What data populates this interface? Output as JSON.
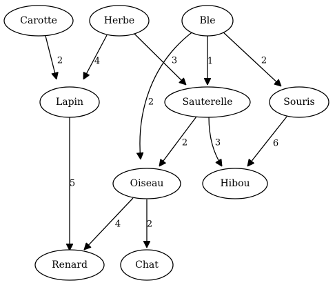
{
  "graph": {
    "nodes": [
      {
        "id": "carotte",
        "label": "Carotte"
      },
      {
        "id": "herbe",
        "label": "Herbe"
      },
      {
        "id": "ble",
        "label": "Ble"
      },
      {
        "id": "lapin",
        "label": "Lapin"
      },
      {
        "id": "sauterelle",
        "label": "Sauterelle"
      },
      {
        "id": "souris",
        "label": "Souris"
      },
      {
        "id": "oiseau",
        "label": "Oiseau"
      },
      {
        "id": "hibou",
        "label": "Hibou"
      },
      {
        "id": "renard",
        "label": "Renard"
      },
      {
        "id": "chat",
        "label": "Chat"
      }
    ],
    "edges": [
      {
        "from": "carotte",
        "to": "lapin",
        "weight": "2"
      },
      {
        "from": "herbe",
        "to": "lapin",
        "weight": "4"
      },
      {
        "from": "herbe",
        "to": "sauterelle",
        "weight": "3"
      },
      {
        "from": "ble",
        "to": "oiseau",
        "weight": "2"
      },
      {
        "from": "ble",
        "to": "sauterelle",
        "weight": "1"
      },
      {
        "from": "ble",
        "to": "souris",
        "weight": "2"
      },
      {
        "from": "lapin",
        "to": "renard",
        "weight": "5"
      },
      {
        "from": "sauterelle",
        "to": "oiseau",
        "weight": "2"
      },
      {
        "from": "sauterelle",
        "to": "hibou",
        "weight": "3"
      },
      {
        "from": "souris",
        "to": "hibou",
        "weight": "6"
      },
      {
        "from": "oiseau",
        "to": "renard",
        "weight": "4"
      },
      {
        "from": "oiseau",
        "to": "chat",
        "weight": "2"
      }
    ]
  }
}
